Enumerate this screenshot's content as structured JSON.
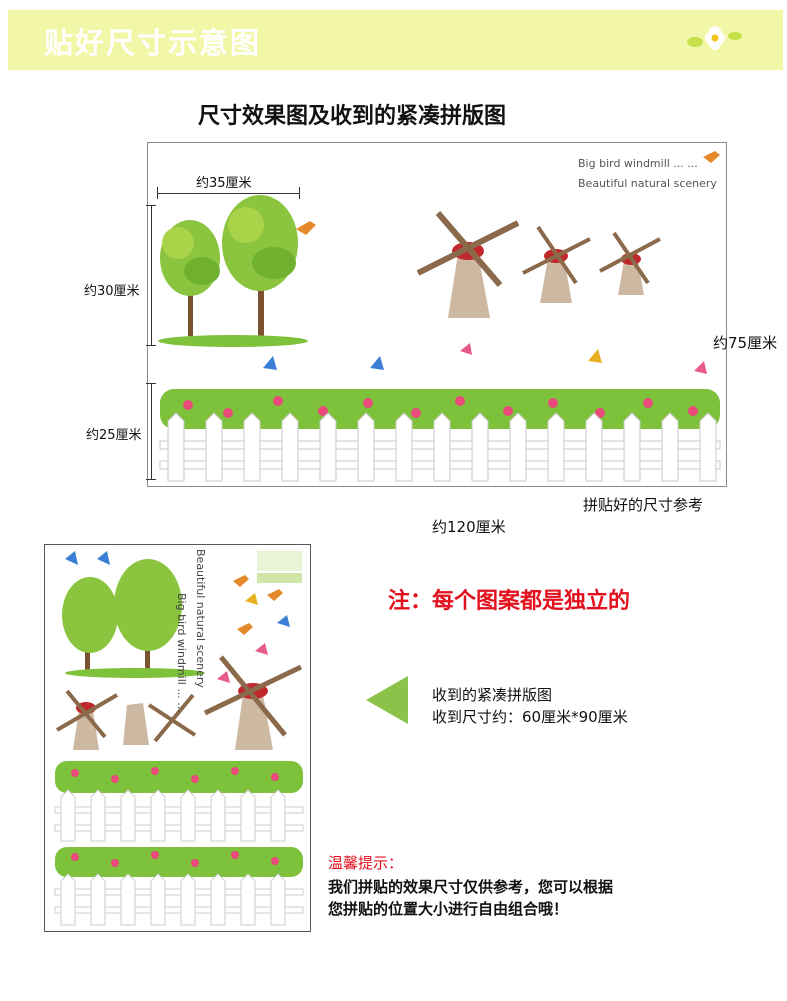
{
  "banner": {
    "title": "贴好尺寸示意图"
  },
  "heading": "尺寸效果图及收到的紧凑拼版图",
  "scene": {
    "caption_line1": "Big bird windmill ... ...",
    "caption_line2": "Beautiful natural scenery"
  },
  "dimensions": {
    "width_top": "约35厘米",
    "height_trees": "约30厘米",
    "height_fence": "约25厘米",
    "height_total": "约75厘米",
    "width_total": "约120厘米",
    "reference_label": "拼贴好的尺寸参考"
  },
  "note": "注：每个图案都是独立的",
  "compact": {
    "label_line1": "收到的紧凑拼版图",
    "label_line2": "收到尺寸约：60厘米*90厘米",
    "caption_line1": "Big bird windmill ... ...",
    "caption_line2": "Beautiful natural scenery"
  },
  "tips": {
    "title": "温馨提示：",
    "line1": "我们拼贴的效果尺寸仅供参考，您可以根据",
    "line2": "您拼贴的位置大小进行自由组合哦！"
  },
  "colors": {
    "banner": "#f2f7a8",
    "accent_red": "#e3101e",
    "arrow": "#8bc34a"
  }
}
